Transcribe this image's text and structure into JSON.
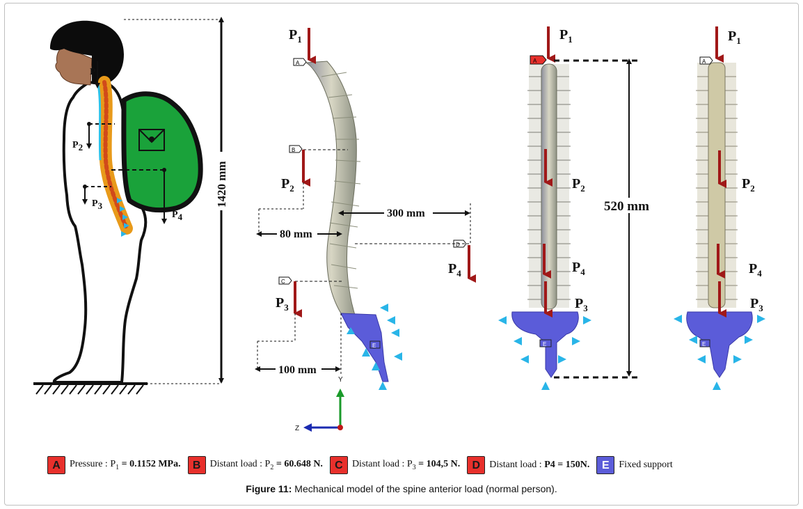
{
  "figure": {
    "caption_label": "Figure 11:",
    "caption_text": "Mechanical model of the spine anterior load (normal person)."
  },
  "labels": {
    "p": "P",
    "p1_sub": "1",
    "p2_sub": "2",
    "p3_sub": "3",
    "p4_sub": "4",
    "height_total": "1420 mm",
    "height_spine": "520 mm",
    "dist_300": "300 mm",
    "dist_80": "80 mm",
    "dist_100": "100 mm",
    "axis_z": "Z",
    "axis_y": "Y",
    "tag_a": "A",
    "tag_b": "B",
    "tag_c": "C",
    "tag_d": "D",
    "tag_e": "E"
  },
  "legend": [
    {
      "letter": "A",
      "prefix": "Pressure : P",
      "sub": "1",
      "suffix": " = 0.1152 MPa.",
      "color": "#e8302c"
    },
    {
      "letter": "B",
      "prefix": "Distant load : P",
      "sub": "2",
      "suffix": " = 60.648 N.",
      "color": "#e8302c"
    },
    {
      "letter": "C",
      "prefix": "Distant load : P",
      "sub": "3",
      "suffix": " = 104,5 N.",
      "color": "#e8302c"
    },
    {
      "letter": "D",
      "prefix": "Distant load : ",
      "sub": "",
      "suffix": "P4 = 150N.",
      "color": "#e8302c"
    },
    {
      "letter": "E",
      "prefix": "Fixed  support",
      "sub": "",
      "suffix": "",
      "color": "#5b5cd9"
    }
  ],
  "colors": {
    "backpack": "#1aa23a",
    "load_arrow": "#a01818",
    "support": "#29b5e8",
    "sacrum": "#5b5cd9",
    "bone": "#b9b9a2"
  }
}
